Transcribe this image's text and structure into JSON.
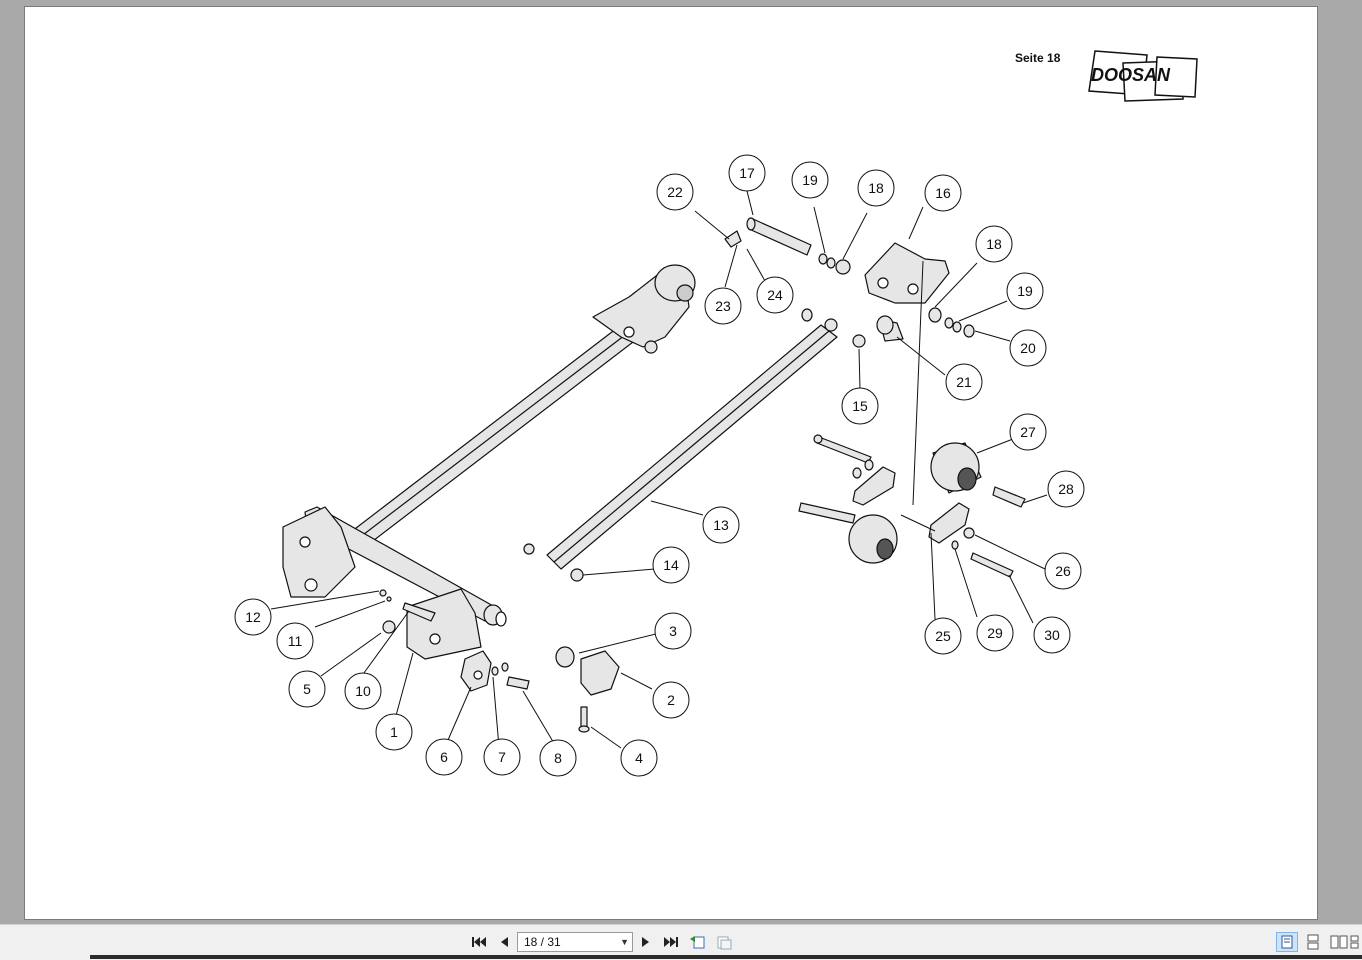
{
  "page": {
    "label": "Seite 18",
    "logo_text": "DOOSAN"
  },
  "callouts": [
    "1",
    "2",
    "3",
    "4",
    "5",
    "6",
    "7",
    "8",
    "10",
    "11",
    "12",
    "13",
    "14",
    "15",
    "16",
    "17",
    "18",
    "19",
    "20",
    "21",
    "22",
    "23",
    "24",
    "25",
    "26",
    "27",
    "28",
    "29",
    "30"
  ],
  "toolbar": {
    "page_indicator": "18 / 31",
    "first_page_icon": "first-page-icon",
    "prev_page_icon": "prev-page-icon",
    "next_page_icon": "next-page-icon",
    "last_page_icon": "last-page-icon",
    "back_view_icon": "previous-view-icon",
    "forward_view_icon": "next-view-icon",
    "single_page_icon": "single-page-icon",
    "continuous_icon": "continuous-page-icon",
    "facing_icon": "facing-pages-icon",
    "facing_continuous_icon": "facing-continuous-icon"
  },
  "colors": {
    "window_bg": "#a9a9a9",
    "page_bg": "#ffffff",
    "line": "#111111",
    "part_fill": "#e6e6e6",
    "rubber_fill": "#d6d6d6",
    "active_view": "#cde3f7"
  }
}
